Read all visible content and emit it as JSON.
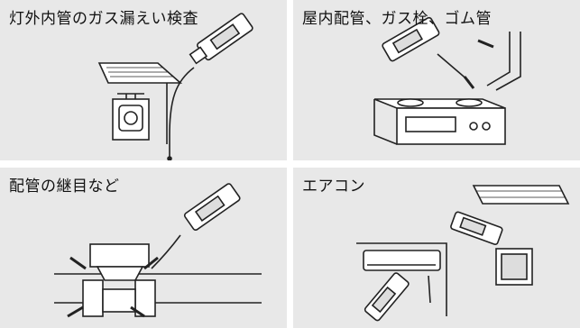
{
  "panels": [
    {
      "caption": "灯外内管のガス漏えい検査",
      "icon": "outdoor-piping-scene"
    },
    {
      "caption": "屋内配管、ガス栓、ゴム管",
      "icon": "indoor-gas-stove-scene"
    },
    {
      "caption": "配管の継目など",
      "icon": "pipe-joint-scene"
    },
    {
      "caption": "エアコン",
      "icon": "air-conditioner-scene"
    }
  ],
  "colors": {
    "panel_bg": "#e8e8e8",
    "line": "#222222",
    "fill": "#ffffff"
  }
}
